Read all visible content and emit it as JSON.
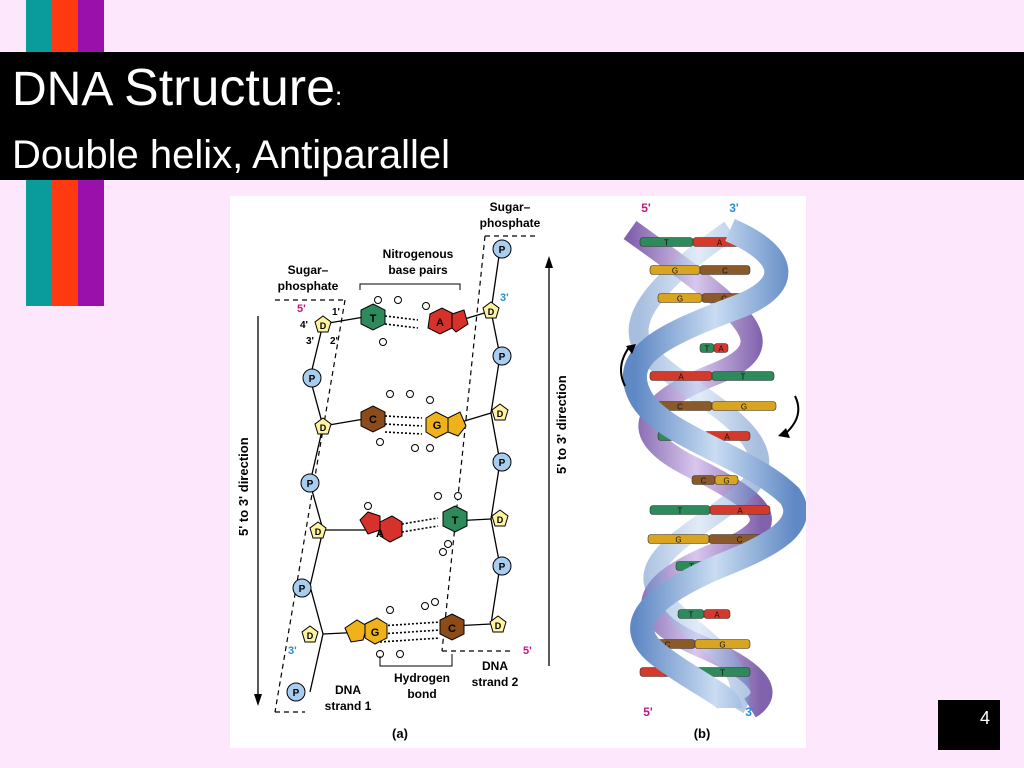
{
  "slide": {
    "title_part1": "DNA ",
    "title_part2": "Structure",
    "title_colon": ":",
    "subtitle": "Double helix,  Antiparallel",
    "page_number": "4"
  },
  "colors": {
    "background": "#fde7fd",
    "bar_teal": "#0a9b9b",
    "bar_red": "#ff3a12",
    "bar_purple": "#9911aa",
    "title_band": "#000000"
  },
  "figure_a": {
    "panel_label": "(a)",
    "sugar_phosphate_left": [
      "Sugar–",
      "phosphate"
    ],
    "sugar_phosphate_right": [
      "Sugar–",
      "phosphate"
    ],
    "nitrogenous": [
      "Nitrogenous",
      "base pairs"
    ],
    "hydrogen": [
      "Hydrogen",
      "bond"
    ],
    "strand1": [
      "DNA",
      "strand 1"
    ],
    "strand2": [
      "DNA",
      "strand 2"
    ],
    "direction_left": "5' to 3' direction",
    "direction_right": "5' to 3' direction",
    "prime_5_top": "5'",
    "prime_3_top": "3'",
    "prime_3_bottom": "3'",
    "prime_5_bottom": "5'",
    "c1": "1'",
    "c2": "2'",
    "c3": "3'",
    "c4": "4'",
    "phosphate": "P",
    "sugar": "D",
    "pairs": [
      {
        "left": "T",
        "right": "A"
      },
      {
        "left": "C",
        "right": "G"
      },
      {
        "left": "A",
        "right": "T"
      },
      {
        "left": "G",
        "right": "C"
      }
    ]
  },
  "figure_b": {
    "panel_label": "(b)",
    "top_5": "5'",
    "top_3": "3'",
    "bottom_5": "5'",
    "bottom_3": "3'",
    "rungs": [
      {
        "left": "T",
        "right": "A"
      },
      {
        "left": "G",
        "right": "C"
      },
      {
        "left": "G",
        "right": "C"
      },
      {
        "left": "T",
        "right": "A"
      },
      {
        "left": "A",
        "right": "T"
      },
      {
        "left": "C",
        "right": "G"
      },
      {
        "left": "T",
        "right": "A"
      },
      {
        "left": "C",
        "right": "G"
      },
      {
        "left": "T",
        "right": "A"
      },
      {
        "left": "G",
        "right": "C"
      },
      {
        "left": "T",
        "right": "A"
      },
      {
        "left": "T",
        "right": "A"
      },
      {
        "left": "C",
        "right": "G"
      },
      {
        "left": "A",
        "right": "T"
      }
    ]
  }
}
